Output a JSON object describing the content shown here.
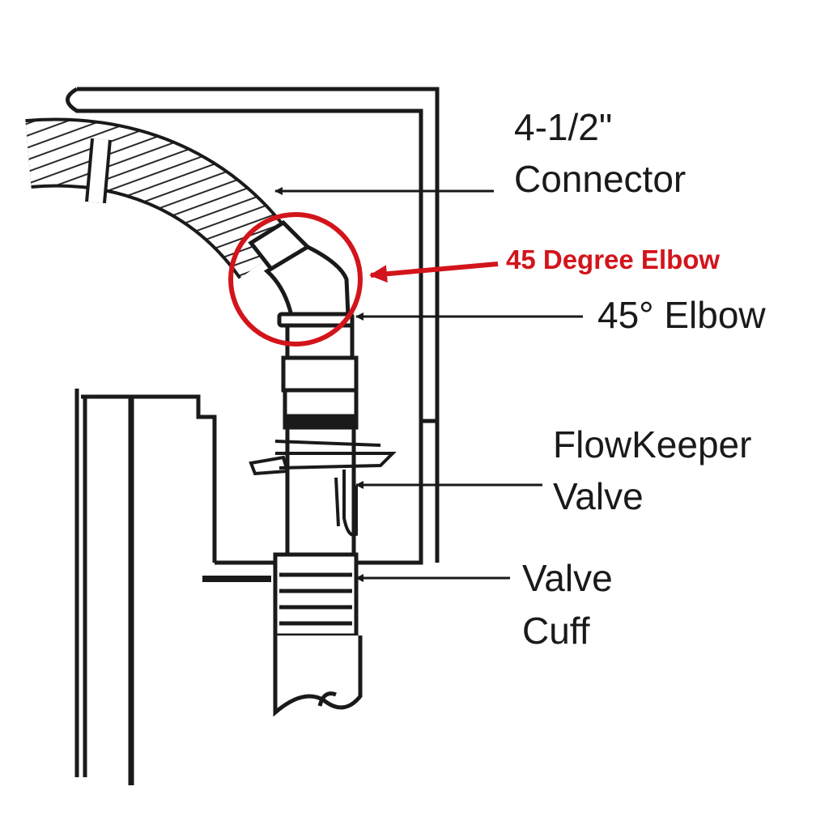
{
  "labels": {
    "connector_line1": "4-1/2\"",
    "connector_line2": "Connector",
    "elbow_callout": "45 Degree Elbow",
    "elbow": "45° Elbow",
    "flowkeeper_line1": "FlowKeeper",
    "flowkeeper_line2": "Valve",
    "cuff_line1": "Valve",
    "cuff_line2": "Cuff"
  },
  "colors": {
    "line": "#1a1a1a",
    "highlight": "#d3141b",
    "background": "#ffffff"
  }
}
